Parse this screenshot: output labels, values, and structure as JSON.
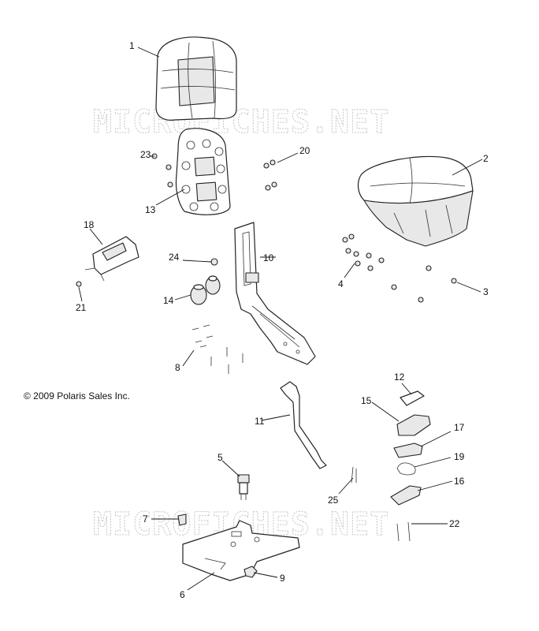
{
  "watermark": "MICROFICHES.NET",
  "copyright": "© 2009 Polaris Sales Inc.",
  "callouts": [
    {
      "id": "1",
      "label": "1"
    },
    {
      "id": "2",
      "label": "2"
    },
    {
      "id": "3",
      "label": "3"
    },
    {
      "id": "4",
      "label": "4"
    },
    {
      "id": "5",
      "label": "5"
    },
    {
      "id": "6",
      "label": "6"
    },
    {
      "id": "7",
      "label": "7"
    },
    {
      "id": "8",
      "label": "8"
    },
    {
      "id": "9",
      "label": "9"
    },
    {
      "id": "10",
      "label": "10"
    },
    {
      "id": "11",
      "label": "11"
    },
    {
      "id": "12",
      "label": "12"
    },
    {
      "id": "13",
      "label": "13"
    },
    {
      "id": "14",
      "label": "14"
    },
    {
      "id": "15",
      "label": "15"
    },
    {
      "id": "16",
      "label": "16"
    },
    {
      "id": "17",
      "label": "17"
    },
    {
      "id": "18",
      "label": "18"
    },
    {
      "id": "19",
      "label": "19"
    },
    {
      "id": "20",
      "label": "20"
    },
    {
      "id": "21",
      "label": "21"
    },
    {
      "id": "22",
      "label": "22"
    },
    {
      "id": "23",
      "label": "23"
    },
    {
      "id": "24",
      "label": "24"
    },
    {
      "id": "25",
      "label": "25"
    }
  ]
}
